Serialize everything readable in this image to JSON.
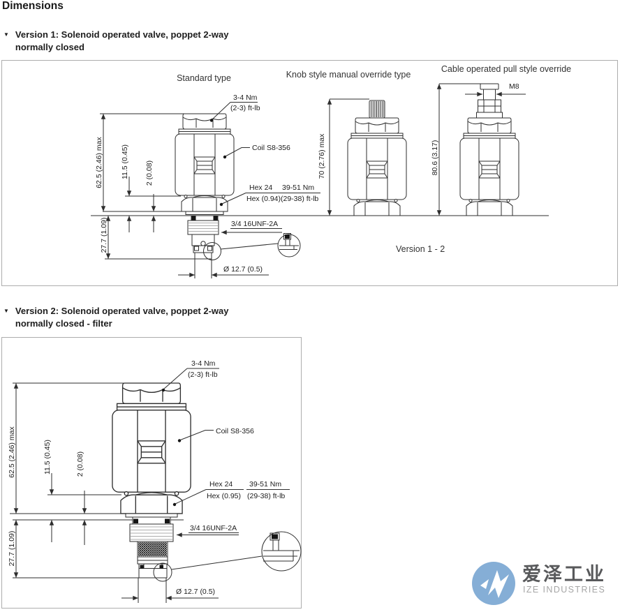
{
  "page": {
    "title": "Dimensions"
  },
  "section1": {
    "marker": "▼",
    "line1": "Version 1: Solenoid operated valve, poppet 2-way",
    "line2": "normally closed"
  },
  "section2": {
    "marker": "▼",
    "line1": "Version 2: Solenoid operated valve, poppet 2-way",
    "line2": "normally closed - filter"
  },
  "panel1": {
    "titles": {
      "standard": "Standard type",
      "knob": "Knob style manual override type",
      "cable": "Cable operated pull style override"
    },
    "caption": "Version 1 - 2",
    "labels": {
      "cap_torque_metric": "3-4 Nm",
      "cap_torque_imperial": "(2-3) ft-lb",
      "coil": "Coil S8-356",
      "hex_size_metric": "Hex 24",
      "hex_size_imperial": "Hex (0.94)",
      "hex_torque_metric": "39-51 Nm",
      "hex_torque_imperial": "(29-38) ft-lb",
      "thread": "3/4 16UNF-2A",
      "m8": "M8"
    },
    "dims": {
      "total_height": "62.5 (2.46) max",
      "hex_height": "11.5 (0.45)",
      "surface_offset": "2 (0.08)",
      "below_surface": "27.7 (1.09)",
      "nose_diameter": "Ø 12.7 (0.5)",
      "knob_total_height": "70 (2.76) max",
      "cable_total_height": "80.6 (3.17)"
    }
  },
  "panel2": {
    "labels": {
      "cap_torque_metric": "3-4 Nm",
      "cap_torque_imperial": "(2-3) ft-lb",
      "coil": "Coil S8-356",
      "hex_size_metric": "Hex 24",
      "hex_size_imperial": "Hex (0.95)",
      "hex_torque_metric": "39-51 Nm",
      "hex_torque_imperial": "(29-38) ft-lb",
      "thread": "3/4 16UNF-2A"
    },
    "dims": {
      "total_height": "62.5 (2.46) max",
      "hex_height": "11.5 (0.45)",
      "surface_offset": "2 (0.08)",
      "below_surface": "27.7 (1.09)",
      "nose_diameter": "Ø 12.7 (0.5)"
    }
  },
  "watermark": {
    "cn": "爱泽工业",
    "en": "IZE INDUSTRIES",
    "accent": "#85aed6"
  }
}
